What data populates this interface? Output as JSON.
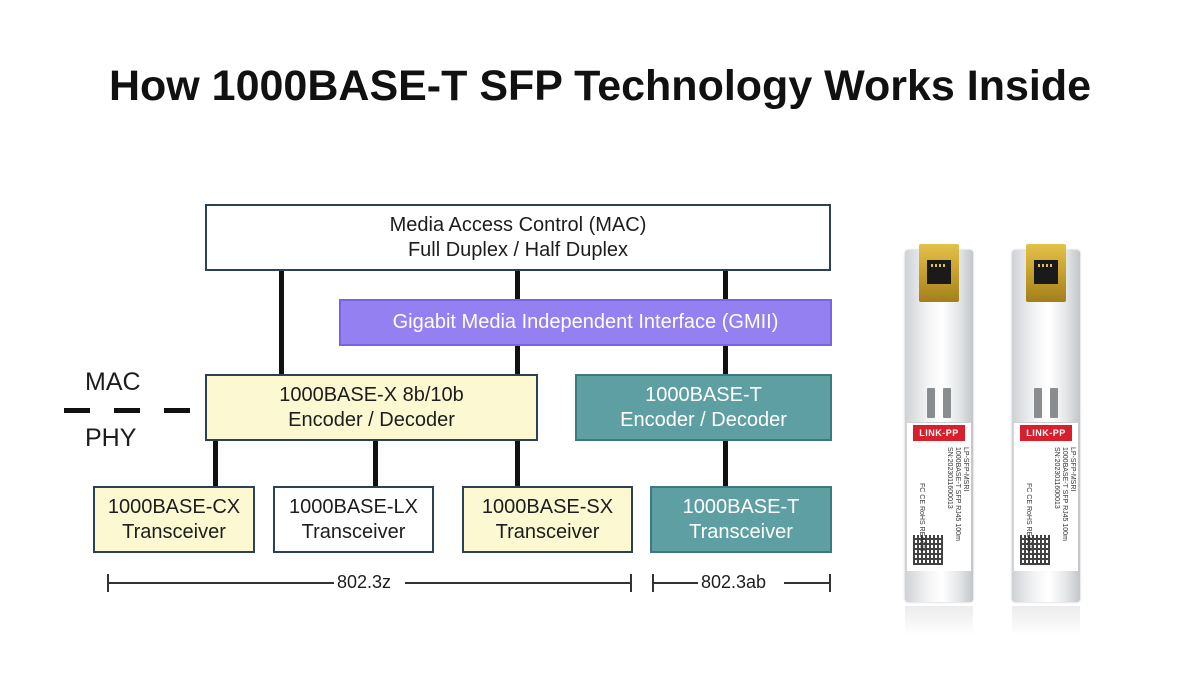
{
  "title": "How 1000BASE-T SFP Technology Works Inside",
  "diagram": {
    "mac": {
      "line1": "Media Access Control (MAC)",
      "line2": "Full Duplex / Half Duplex"
    },
    "gmii": {
      "label": "Gigabit Media Independent Interface (GMII)"
    },
    "encoder_x": {
      "line1": "1000BASE-X 8b/10b",
      "line2": "Encoder / Decoder"
    },
    "encoder_t": {
      "line1": "1000BASE-T",
      "line2": "Encoder / Decoder"
    },
    "transceivers": [
      {
        "line1": "1000BASE-CX",
        "line2": "Transceiver"
      },
      {
        "line1": "1000BASE-LX",
        "line2": "Transceiver"
      },
      {
        "line1": "1000BASE-SX",
        "line2": "Transceiver"
      },
      {
        "line1": "1000BASE-T",
        "line2": "Transceiver"
      }
    ],
    "layer_labels": {
      "upper": "MAC",
      "lower": "PHY"
    },
    "ranges": {
      "z": "802.3z",
      "ab": "802.3ab"
    }
  },
  "products": [
    {
      "brand": "LINK-PP",
      "model": "LP-SFP-MSRI",
      "desc": "1000BASE-T SFP RJ45 100m",
      "serial": "SN:2023011600013",
      "marks": "FC  CE  RoHS  REACH"
    },
    {
      "brand": "LINK-PP",
      "model": "LP-SFP-MSRI",
      "desc": "1000BASE-T SFP RJ45 100m",
      "serial": "SN:2023011600013",
      "marks": "FC  CE  RoHS  REACH"
    }
  ],
  "colors": {
    "yellow_box": "#fcf8d2",
    "teal_box": "#5e9fa3",
    "gmii_purple": "#9580f2",
    "border": "#2a4354",
    "brand_red": "#d8202c"
  }
}
